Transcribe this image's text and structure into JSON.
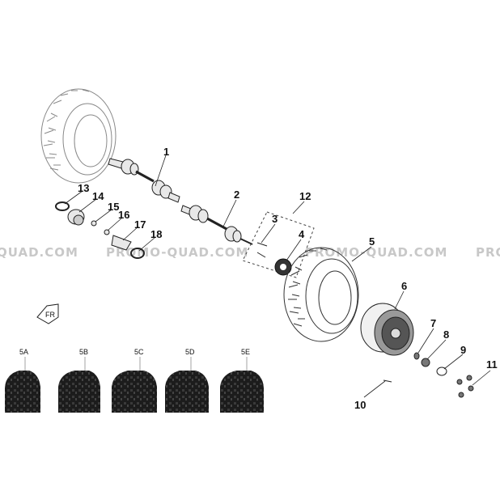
{
  "watermarks": [
    "QUAD.COM",
    "PROMO-QUAD.COM",
    "PROMO-QUAD.COM",
    "PRO"
  ],
  "callouts": [
    "1",
    "2",
    "3",
    "4",
    "5",
    "6",
    "7",
    "8",
    "9",
    "10",
    "11",
    "12",
    "13",
    "14",
    "15",
    "16",
    "17",
    "18"
  ],
  "tire_variants": [
    "5A",
    "5B",
    "5C",
    "5D",
    "5E"
  ],
  "front_label": "FR"
}
